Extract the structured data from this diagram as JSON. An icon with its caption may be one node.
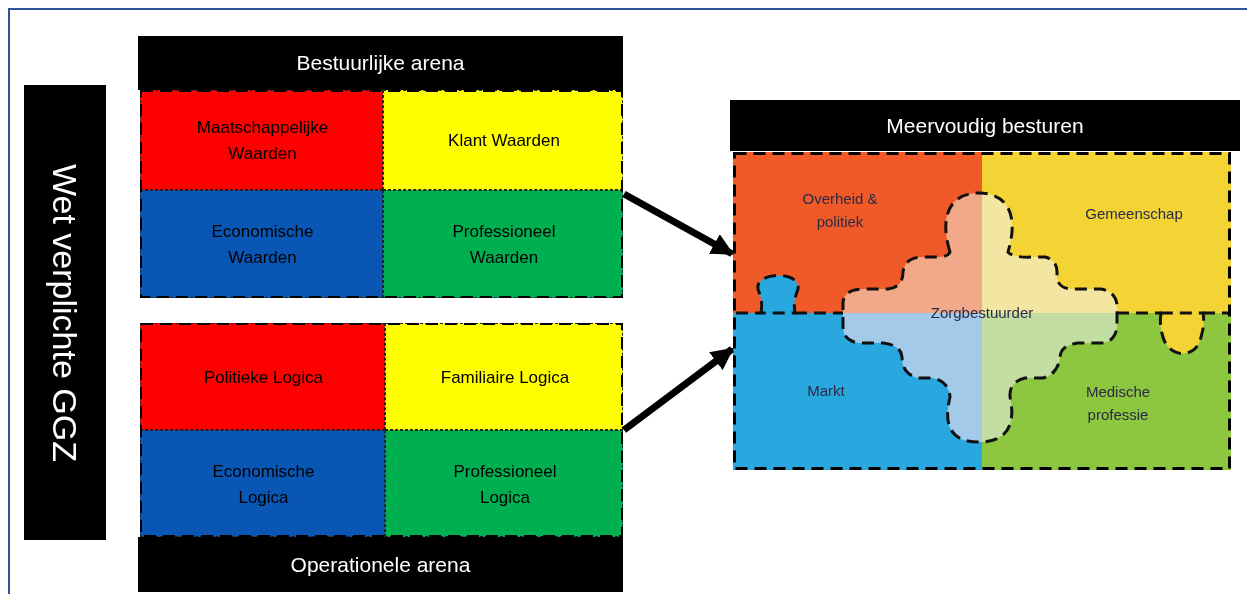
{
  "diagram": {
    "nodes": [
      {
        "text": [
          "Wet verplichte GGZ"
        ]
      },
      {
        "text": [
          "Bestuurlijke arena"
        ]
      },
      {
        "text": [],
        "shape": "box"
      },
      {
        "text": [
          "Maatschappelijke Waarden"
        ],
        "in": 2
      },
      {
        "text": [
          "Klant Waarden"
        ],
        "in": 2
      },
      {
        "text": [
          "Economische Waarden"
        ],
        "in": 2
      },
      {
        "text": [
          "Professioneel Waarden"
        ],
        "in": 2
      },
      {
        "text": [],
        "shape": "box"
      },
      {
        "text": [
          "Politieke Logica"
        ],
        "in": 7
      },
      {
        "text": [
          "Familiaire Logica"
        ],
        "in": 7
      },
      {
        "text": [
          "Economische Logica"
        ],
        "in": 7
      },
      {
        "text": [
          "Professioneel Logica"
        ],
        "in": 7
      },
      {
        "text": [
          "Operationele arena"
        ]
      },
      {
        "text": [
          "Meervoudig besturen"
        ]
      },
      {
        "text": [],
        "shape": "box"
      },
      {
        "text": [
          "Overheid & politiek"
        ],
        "in": 14
      },
      {
        "text": [
          "Gemeenschap"
        ],
        "in": 14
      },
      {
        "text": [
          "Markt"
        ],
        "in": 14
      },
      {
        "text": [
          "Medische professie"
        ],
        "in": 14
      },
      {
        "text": [
          "Zorgbestuurder"
        ],
        "in": 14
      }
    ],
    "edges": [
      {
        "from": 2,
        "to": 14,
        "arrow": "to"
      },
      {
        "from": 7,
        "to": 14,
        "arrow": "to"
      }
    ]
  }
}
